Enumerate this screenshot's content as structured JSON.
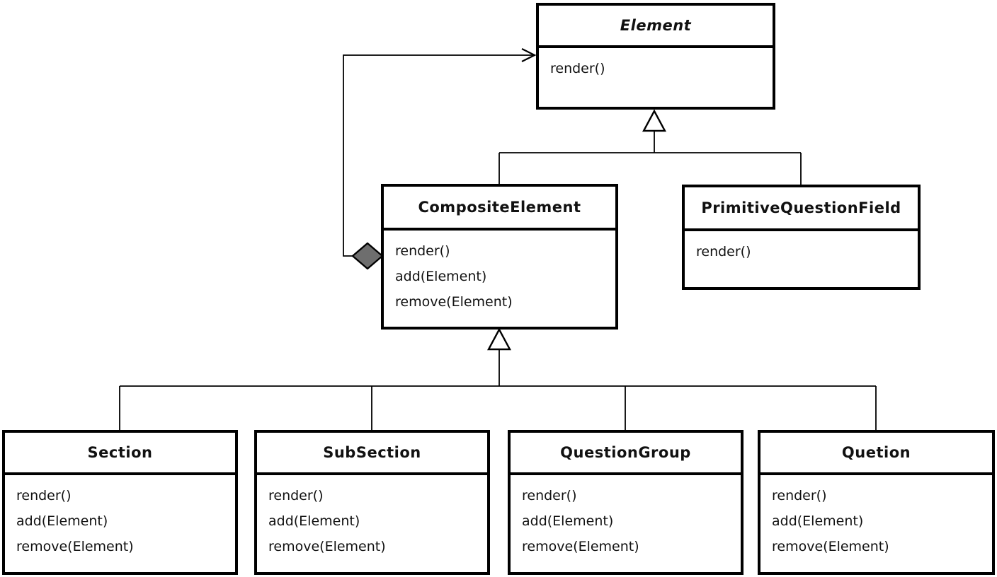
{
  "classes": {
    "element": {
      "name": "Element",
      "abstract": true,
      "methods": [
        "render()"
      ]
    },
    "composite_element": {
      "name": "CompositeElement",
      "abstract": false,
      "methods": [
        "render()",
        "add(Element)",
        "remove(Element)"
      ]
    },
    "primitive_question_field": {
      "name": "PrimitiveQuestionField",
      "abstract": false,
      "methods": [
        "render()"
      ]
    },
    "section": {
      "name": "Section",
      "abstract": false,
      "methods": [
        "render()",
        "add(Element)",
        "remove(Element)"
      ]
    },
    "sub_section": {
      "name": "SubSection",
      "abstract": false,
      "methods": [
        "render()",
        "add(Element)",
        "remove(Element)"
      ]
    },
    "question_group": {
      "name": "QuestionGroup",
      "abstract": false,
      "methods": [
        "render()",
        "add(Element)",
        "remove(Element)"
      ]
    },
    "quetion": {
      "name": "Quetion",
      "abstract": false,
      "methods": [
        "render()",
        "add(Element)",
        "remove(Element)"
      ]
    }
  },
  "relationships": {
    "inheritance": [
      {
        "parent": "Element",
        "children": [
          "CompositeElement",
          "PrimitiveQuestionField"
        ]
      },
      {
        "parent": "CompositeElement",
        "children": [
          "Section",
          "SubSection",
          "QuestionGroup",
          "Quetion"
        ]
      }
    ],
    "aggregation": {
      "owner": "CompositeElement",
      "target": "Element"
    }
  },
  "colors": {
    "line": "#000000",
    "diamond_fill": "#6e6e6e",
    "triangle_fill": "#ffffff",
    "background": "#ffffff",
    "text": "#111111"
  }
}
